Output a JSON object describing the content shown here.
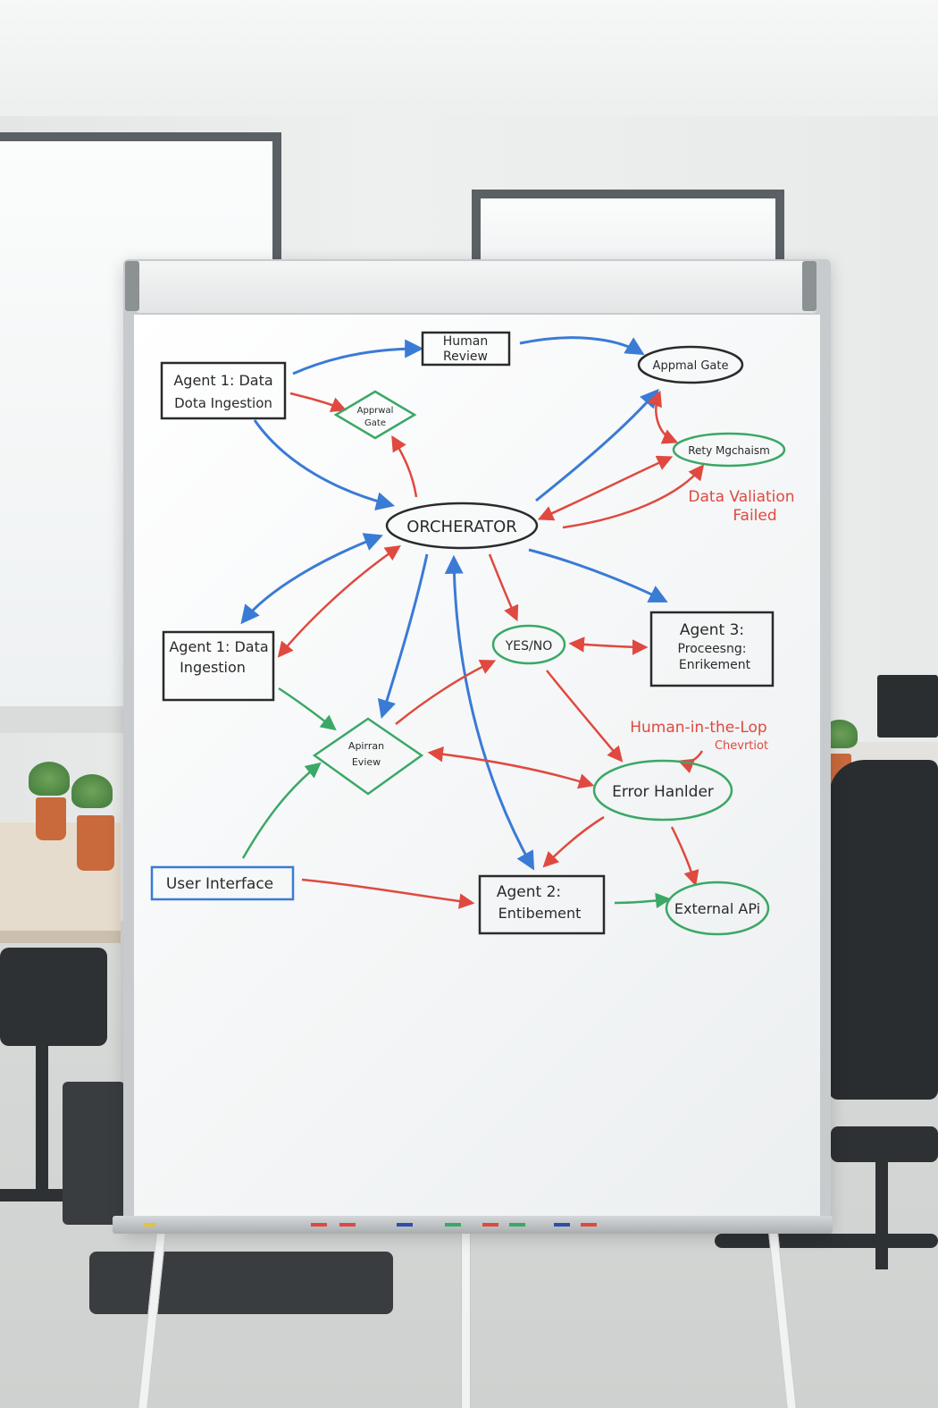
{
  "diagram": {
    "nodes": {
      "human_review": [
        "Human",
        "Review"
      ],
      "approval_gate_top": "Appmal Gate",
      "agent1_top": [
        "Agent 1: Data",
        "Dota Ingestion"
      ],
      "approval_gate_diamond": [
        "Apprwal",
        "Gate"
      ],
      "retry": "Rety Mgchaism",
      "orchestrator": "ORCHERATOR",
      "agent1_mid": [
        "Agent 1: Data",
        "Ingestion"
      ],
      "yes_no": "YES/NO",
      "agent3": [
        "Agent 3:",
        "Proceesng:",
        "Enrikement"
      ],
      "review_diamond": [
        "Apirran",
        "Eview"
      ],
      "error_handler": "Error Hanlder",
      "user_interface": "User Interface",
      "agent2": [
        "Agent 2:",
        "Entibement"
      ],
      "external_api": "External APi"
    },
    "annotations": {
      "data_validation": [
        "Data Valiation",
        "Failed"
      ],
      "human_loop": [
        "Human-in-the-Lop",
        "Chevrtiot"
      ]
    }
  },
  "colors": {
    "marker_blue": "#3a7bd5",
    "marker_red": "#e0493f",
    "marker_green": "#3aa866",
    "marker_black": "#2a2a2a",
    "ui_box_blue": "#3a7bd5"
  }
}
